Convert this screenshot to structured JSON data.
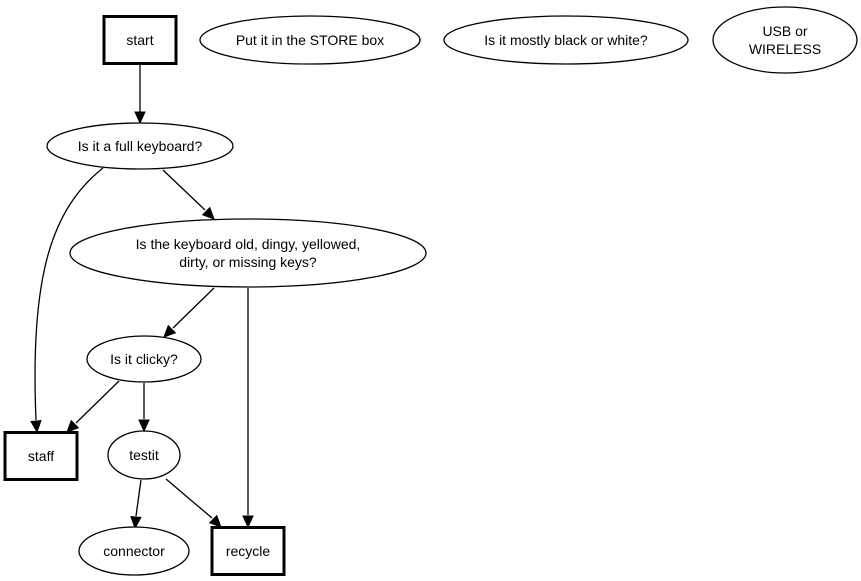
{
  "diagram": {
    "type": "flowchart",
    "nodes": [
      {
        "id": "start",
        "shape": "box",
        "bold": true,
        "lines": [
          "start"
        ]
      },
      {
        "id": "store",
        "shape": "ellipse",
        "lines": [
          "Put it in the STORE box"
        ]
      },
      {
        "id": "bw",
        "shape": "ellipse",
        "lines": [
          "Is it mostly black or white?"
        ]
      },
      {
        "id": "usb",
        "shape": "ellipse",
        "lines": [
          "USB or",
          "WIRELESS"
        ]
      },
      {
        "id": "full",
        "shape": "ellipse",
        "lines": [
          "Is it a full keyboard?"
        ]
      },
      {
        "id": "old",
        "shape": "ellipse",
        "lines": [
          "Is the keyboard old, dingy, yellowed,",
          "dirty, or missing keys?"
        ]
      },
      {
        "id": "clicky",
        "shape": "ellipse",
        "lines": [
          "Is it clicky?"
        ]
      },
      {
        "id": "staff",
        "shape": "box",
        "bold": true,
        "lines": [
          "staff"
        ]
      },
      {
        "id": "testit",
        "shape": "ellipse",
        "lines": [
          "testit"
        ]
      },
      {
        "id": "connector",
        "shape": "ellipse",
        "lines": [
          "connector"
        ]
      },
      {
        "id": "recycle",
        "shape": "box",
        "bold": true,
        "lines": [
          "recycle"
        ]
      }
    ],
    "edges": [
      {
        "from": "start",
        "to": "full"
      },
      {
        "from": "full",
        "to": "staff"
      },
      {
        "from": "full",
        "to": "old"
      },
      {
        "from": "old",
        "to": "clicky"
      },
      {
        "from": "old",
        "to": "recycle"
      },
      {
        "from": "clicky",
        "to": "staff"
      },
      {
        "from": "clicky",
        "to": "testit"
      },
      {
        "from": "testit",
        "to": "connector"
      },
      {
        "from": "testit",
        "to": "recycle"
      }
    ]
  }
}
